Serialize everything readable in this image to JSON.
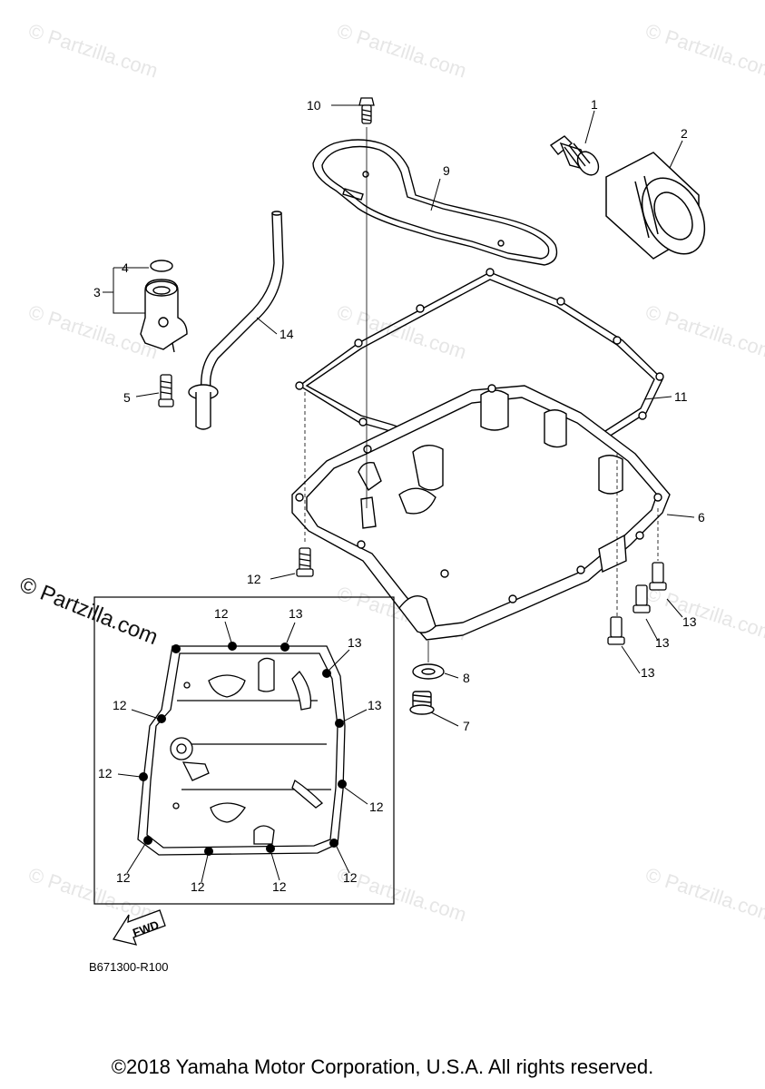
{
  "watermark": {
    "text": "© Partzilla.com"
  },
  "callouts": {
    "c1": "1",
    "c2": "2",
    "c3": "3",
    "c4": "4",
    "c5": "5",
    "c6": "6",
    "c7": "7",
    "c8": "8",
    "c9": "9",
    "c10": "10",
    "c11": "11",
    "c12": "12",
    "c13a": "13",
    "c13b": "13",
    "c13c": "13",
    "c14": "14"
  },
  "inset_callouts": {
    "a": "12",
    "b": "13",
    "c": "13",
    "d": "12",
    "e": "13",
    "f": "12",
    "g": "12",
    "h": "12",
    "i": "12",
    "j": "12",
    "k": "12"
  },
  "fwd_label": "FWD",
  "diagram_code": "B671300-R100",
  "copyright": "©2018 Yamaha Motor Corporation, U.S.A. All rights reserved."
}
